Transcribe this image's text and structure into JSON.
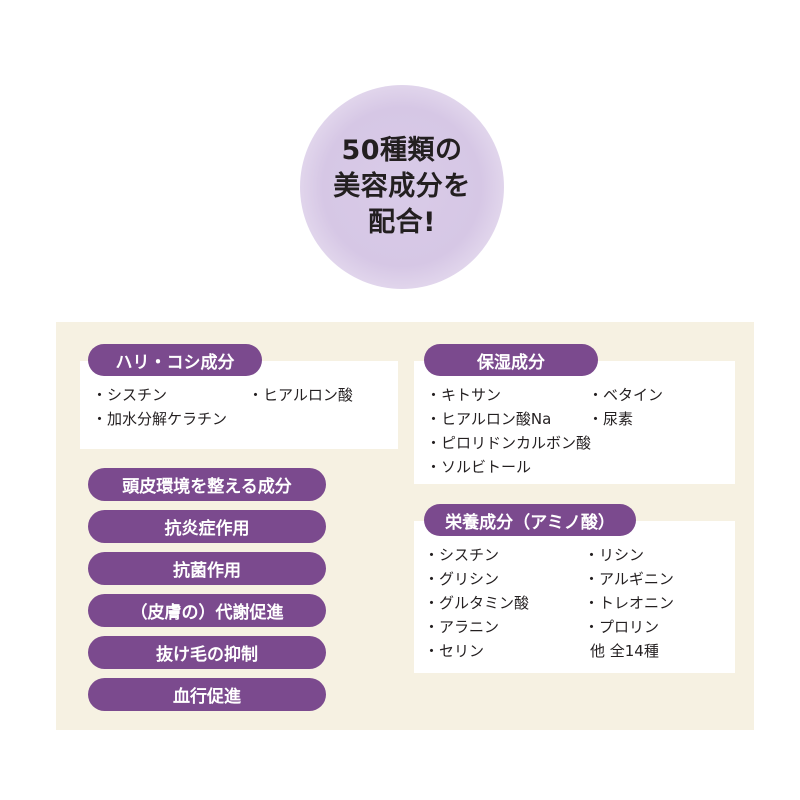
{
  "headline": {
    "lines": [
      "50種類の",
      "美容成分を",
      "配合!"
    ]
  },
  "firmness": {
    "title": "ハリ・コシ成分",
    "items": [
      "・シスチン",
      "・加水分解ケラチン",
      "・ヒアルロン酸"
    ]
  },
  "moisture": {
    "title": "保湿成分",
    "col1": [
      "・キトサン",
      "・ヒアルロン酸Na",
      "・ピロリドンカルボン酸",
      "・ソルビトール"
    ],
    "col2": [
      "・ベタイン",
      "・尿素"
    ]
  },
  "nutrition": {
    "title": "栄養成分（アミノ酸）",
    "col1": [
      "・シスチン",
      "・グリシン",
      "・グルタミン酸",
      "・アラニン",
      "・セリン"
    ],
    "col2": [
      "・リシン",
      "・アルギニン",
      "・トレオニン",
      "・プロリン",
      "他 全14種"
    ]
  },
  "scalp": {
    "labels": [
      "頭皮環境を整える成分",
      "抗炎症作用",
      "抗菌作用",
      "（皮膚の）代謝促進",
      "抜け毛の抑制",
      "血行促進"
    ]
  },
  "colors": {
    "accent": "#7b4a8e",
    "panel": "#f6f1e2",
    "circle": "#d6c7e5"
  }
}
